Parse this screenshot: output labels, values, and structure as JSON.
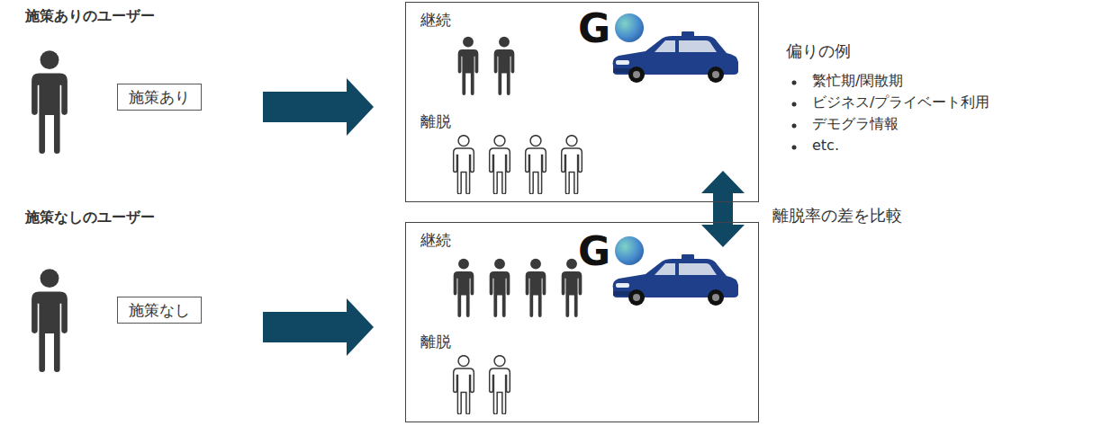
{
  "diagram": {
    "nodes": [
      {
        "text": [
          "施策あり"
        ]
      },
      {
        "text": [
          "継続",
          "離脱"
        ]
      },
      {
        "text": [
          "施策なし"
        ]
      },
      {
        "text": [
          "継続",
          "離脱"
        ]
      }
    ],
    "edges": [
      {
        "from": 0,
        "to": 1,
        "arrow": "to"
      },
      {
        "from": 1,
        "to": 3,
        "arrow": "both",
        "label": "離脱率の差を比較"
      },
      {
        "from": 2,
        "to": 3,
        "arrow": "to"
      }
    ],
    "labels": [
      "施策ありのユーザー",
      "G",
      "偏りの例",
      "繁忙期/閑散期",
      "ビジネス/プライベート利用",
      "デモグラ情報",
      "etc.",
      "施策なしのユーザー",
      "G"
    ]
  }
}
